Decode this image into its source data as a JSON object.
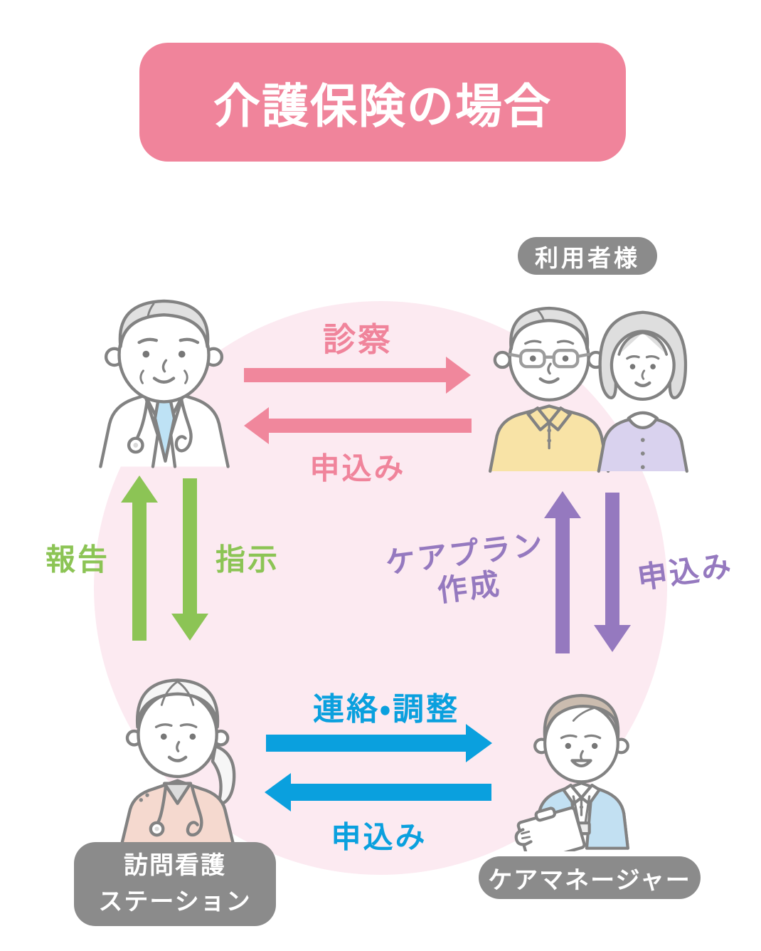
{
  "title": {
    "text": "介護保険の場合"
  },
  "badges": {
    "users": "利用者様",
    "nursing_station_line1": "訪問看護",
    "nursing_station_line2": "ステーション",
    "care_manager": "ケアマネージャー"
  },
  "arrows": {
    "doctor_to_users": {
      "label": "診察",
      "direction": "right",
      "color_name": "pink"
    },
    "users_to_doctor": {
      "label": "申込み",
      "direction": "left",
      "color_name": "pink"
    },
    "station_to_doctor": {
      "label": "報告",
      "direction": "up",
      "color_name": "green"
    },
    "doctor_to_station": {
      "label": "指示",
      "direction": "down",
      "color_name": "green"
    },
    "cm_to_users_line1": "ケアプラン",
    "cm_to_users_line2": "作成",
    "cm_to_users": {
      "direction": "up",
      "color_name": "purple"
    },
    "users_to_cm": {
      "label": "申込み",
      "direction": "down",
      "color_name": "purple"
    },
    "station_to_cm": {
      "label": "連絡・調整",
      "direction": "right",
      "color_name": "blue"
    },
    "cm_to_station": {
      "label": "申込み",
      "direction": "left",
      "color_name": "blue"
    }
  },
  "colors": {
    "banner_pink": "#F0849B",
    "arrow_pink": "#F0879C",
    "arrow_green": "#8CC455",
    "arrow_purple": "#9579BF",
    "arrow_blue": "#0AA0DE",
    "badge_gray": "#8B8B8B",
    "circle_background": "#FCEAF1",
    "outline_gray": "#828282",
    "doctor_tie_blue": "#BEE2F5",
    "elder_polo_yellow": "#F8E3A6",
    "elder_cardigan_purple": "#D9D2EE",
    "nurse_scrub_pink": "#F5D9CF",
    "care_manager_vest_blue": "#C2E0F2",
    "hair_gray": "#E0E0E0",
    "hair_brown": "#CBBCAF"
  }
}
